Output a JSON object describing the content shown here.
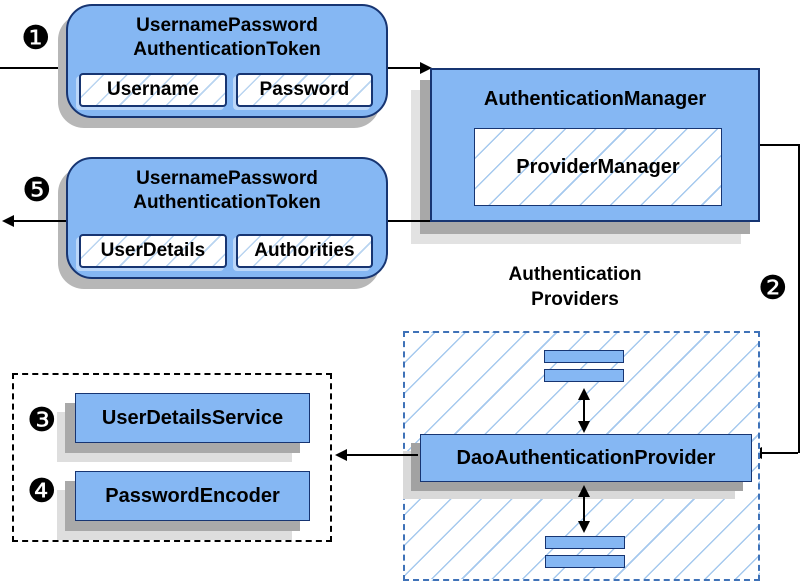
{
  "colors": {
    "box_fill": "#85B7F3",
    "box_border": "#173572",
    "hatch_line": "#A5C9EE",
    "shadow_gray": "#A9A9A9",
    "dashed_border_blue": "#3F72B8",
    "dotted_border_black": "#000000",
    "connector_black": "#000000"
  },
  "badges": {
    "step1": "❶",
    "step2": "❷",
    "step3": "❸",
    "step4": "❹",
    "step5": "❺"
  },
  "request_token": {
    "title_line1": "UsernamePassword",
    "title_line2": "AuthenticationToken",
    "fields": {
      "username": "Username",
      "password": "Password"
    }
  },
  "auth_manager": {
    "title": "AuthenticationManager",
    "provider": "ProviderManager"
  },
  "result_token": {
    "title_line1": "UsernamePassword",
    "title_line2": "AuthenticationToken",
    "fields": {
      "user_details": "UserDetails",
      "authorities": "Authorities"
    }
  },
  "providers": {
    "label_line1": "Authentication",
    "label_line2": "Providers",
    "dao": "DaoAuthenticationProvider"
  },
  "services": {
    "user_details_service": "UserDetailsService",
    "password_encoder": "PasswordEncoder"
  }
}
